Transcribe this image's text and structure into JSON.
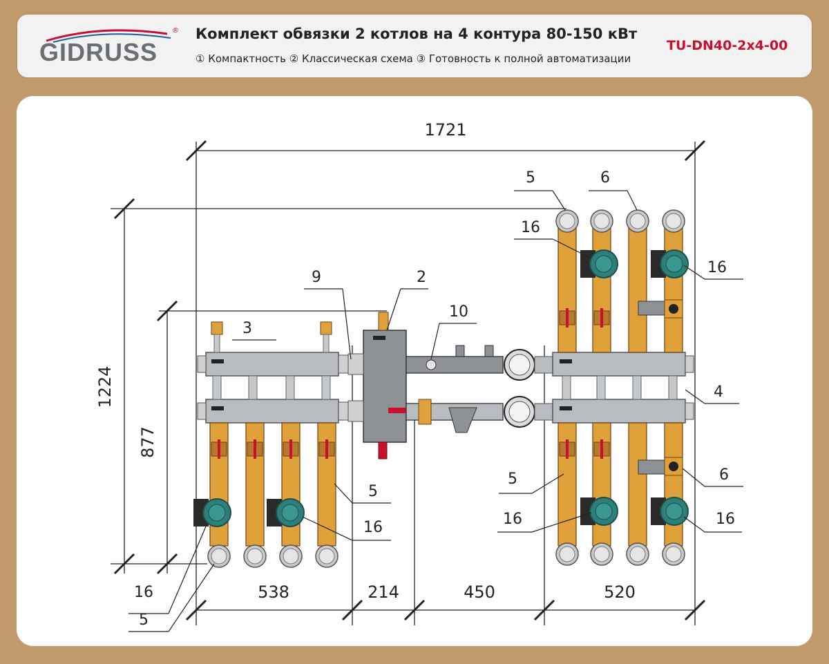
{
  "header": {
    "brand": "GIDRUSS",
    "brand_mark": "®",
    "title": "Комплект обвязки 2 котлов на 4 контура 80-150 кВт",
    "subtitle": "① Компактность ② Классическая схема ③ Готовность к полной  автоматизации",
    "code": "TU-DN40-2x4-00"
  },
  "dimensions": {
    "overall_width": "1721",
    "overall_height": "1224",
    "inner_height": "877",
    "seg1": "538",
    "seg2": "214",
    "seg3": "450",
    "seg4": "520"
  },
  "callouts": [
    {
      "label": "5"
    },
    {
      "label": "6"
    },
    {
      "label": "16"
    },
    {
      "label": "16"
    },
    {
      "label": "9"
    },
    {
      "label": "2"
    },
    {
      "label": "10"
    },
    {
      "label": "3"
    },
    {
      "label": "4"
    },
    {
      "label": "5"
    },
    {
      "label": "6"
    },
    {
      "label": "5"
    },
    {
      "label": "16"
    },
    {
      "label": "16"
    },
    {
      "label": "16"
    },
    {
      "label": "16"
    },
    {
      "label": "5"
    }
  ],
  "colors": {
    "brass": "#e0a03a",
    "steel": "#b8bcc0",
    "pump": "#2d7f7a",
    "valve_red": "#c8102e",
    "logo_red": "#c8102e"
  }
}
